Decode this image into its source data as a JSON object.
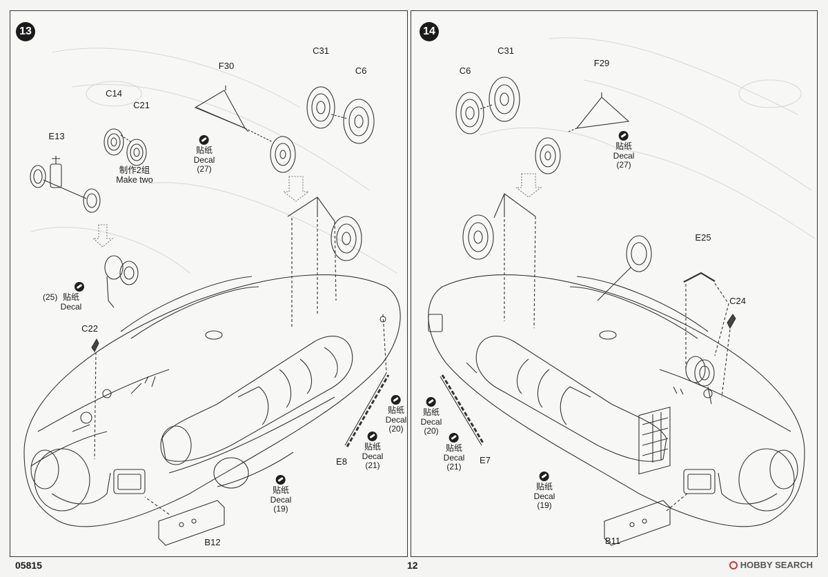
{
  "footer": {
    "code": "05815",
    "page_number": "12"
  },
  "watermark": {
    "text": "HOBBY SEARCH"
  },
  "step13": {
    "number": "13",
    "parts": {
      "e13": "E13",
      "c14": "C14",
      "c21": "C21",
      "f30": "F30",
      "c31": "C31",
      "c6": "C6",
      "c22": "C22",
      "e8": "E8",
      "b12": "B12"
    },
    "make_two_cn": "制作2组",
    "make_two": "Make two",
    "decals": [
      {
        "cn": "贴纸",
        "en": "Decal",
        "num": "(27)"
      },
      {
        "cn": "贴纸",
        "en": "Decal",
        "num": "(25)"
      },
      {
        "cn": "贴纸",
        "en": "Decal",
        "num": "(20)"
      },
      {
        "cn": "贴纸",
        "en": "Decal",
        "num": "(21)"
      },
      {
        "cn": "贴纸",
        "en": "Decal",
        "num": "(19)"
      }
    ]
  },
  "step14": {
    "number": "14",
    "parts": {
      "c6": "C6",
      "c31": "C31",
      "f29": "F29",
      "e25": "E25",
      "c24": "C24",
      "e7": "E7",
      "b11": "B11"
    },
    "decals": [
      {
        "cn": "贴纸",
        "en": "Decal",
        "num": "(27)"
      },
      {
        "cn": "贴纸",
        "en": "Decal",
        "num": "(20)"
      },
      {
        "cn": "贴纸",
        "en": "Decal",
        "num": "(21)"
      },
      {
        "cn": "贴纸",
        "en": "Decal",
        "num": "(19)"
      }
    ]
  }
}
